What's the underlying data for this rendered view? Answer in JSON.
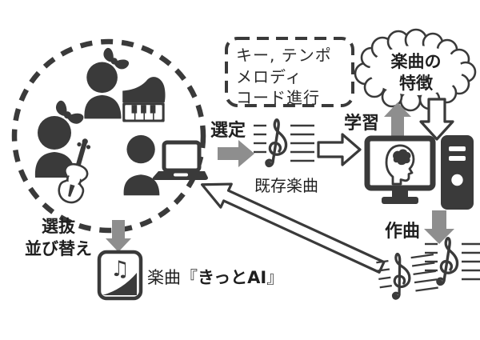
{
  "labels": {
    "selection": "選定",
    "existing_music": "既存楽曲",
    "learning": "学習",
    "composing": "作曲",
    "select_line1": "選抜",
    "select_line2": "並び替え"
  },
  "feature_box": {
    "line1": "キー, テンポ",
    "line2": "メロディ",
    "line3": "コード進行"
  },
  "cloud": {
    "line1": "楽曲の",
    "line2": "特徴"
  },
  "output_track": {
    "prefix": "楽曲『",
    "title": "きっとAI",
    "suffix": "』"
  },
  "icons": {
    "music_note_glyph": "♫",
    "team_circle": "dashed-circle",
    "girl_member": "person-with-bow-icon",
    "grand_piano": "grand-piano-icon",
    "violin": "violin-icon",
    "person_laptop": "person-with-laptop-icon",
    "sheet_music": "staff-with-treble-clef-icon",
    "computer_brain": "monitor-with-brain-icon",
    "pc_tower": "desktop-tower-icon",
    "features_cloud": "cloud-icon",
    "music_file": "music-file-icon"
  },
  "colors": {
    "icon_dark": "#3a3a3a",
    "arrow_gray": "#8e8e8e",
    "text": "#1f1f1f"
  }
}
